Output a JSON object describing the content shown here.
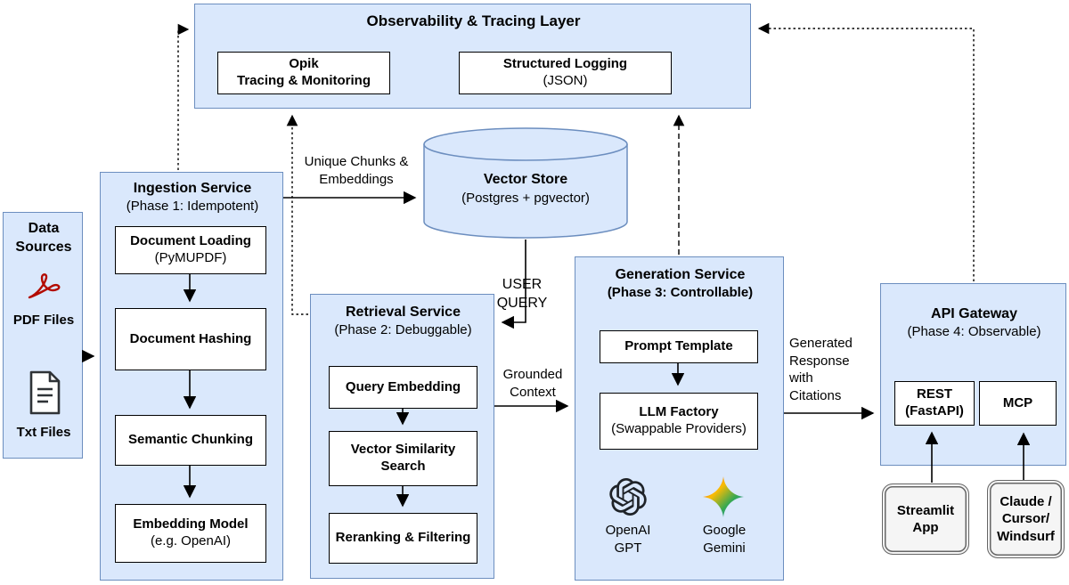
{
  "colors": {
    "box_fill": "#dae8fc",
    "box_border": "#6c8ebf",
    "node_border": "#000000",
    "client_fill": "#f5f5f5",
    "client_border": "#666666",
    "pdf_red": "#b30b00",
    "gemini_gradient": [
      "#e94235",
      "#fbbc04",
      "#34a853",
      "#4285f4"
    ]
  },
  "observability": {
    "title": "Observability & Tracing Layer",
    "opik": "Opik\nTracing & Monitoring",
    "logging_title": "Structured Logging",
    "logging_sub": "(JSON)"
  },
  "data_sources": {
    "title": "Data\nSources",
    "pdf_label": "PDF Files",
    "txt_label": "Txt Files"
  },
  "ingestion": {
    "title": "Ingestion Service",
    "subtitle": "(Phase 1: Idempotent)",
    "steps": [
      {
        "title": "Document Loading",
        "sub": "(PyMUPDF)"
      },
      {
        "title": "Document Hashing",
        "sub": ""
      },
      {
        "title": "Semantic Chunking",
        "sub": ""
      },
      {
        "title": "Embedding Model",
        "sub": "(e.g. OpenAI)"
      }
    ]
  },
  "vector_store": {
    "title": "Vector Store",
    "subtitle": "(Postgres + pgvector)"
  },
  "retrieval": {
    "title": "Retrieval Service",
    "subtitle": "(Phase 2: Debuggable)",
    "steps": [
      {
        "title": "Query Embedding"
      },
      {
        "title": "Vector Similarity\nSearch"
      },
      {
        "title": "Reranking & Filtering"
      }
    ]
  },
  "generation": {
    "title": "Generation Service",
    "subtitle": "(Phase 3: Controllable)",
    "prompt_template": "Prompt Template",
    "llm_factory_title": "LLM Factory",
    "llm_factory_sub": "(Swappable Providers)",
    "providers": [
      {
        "label": "OpenAI\nGPT"
      },
      {
        "label": "Google\nGemini"
      }
    ]
  },
  "api_gateway": {
    "title": "API Gateway",
    "subtitle": "(Phase 4: Observable)",
    "rest": "REST\n(FastAPI)",
    "mcp": "MCP"
  },
  "clients": [
    {
      "label": "Streamlit\nApp"
    },
    {
      "label": "Claude /\nCursor/\nWindsurf"
    }
  ],
  "edge_labels": {
    "chunks": "Unique Chunks &\nEmbeddings",
    "user_query": "USER\nQUERY",
    "grounded": "Grounded\nContext",
    "generated": "Generated\nResponse\nwith\nCitations"
  }
}
